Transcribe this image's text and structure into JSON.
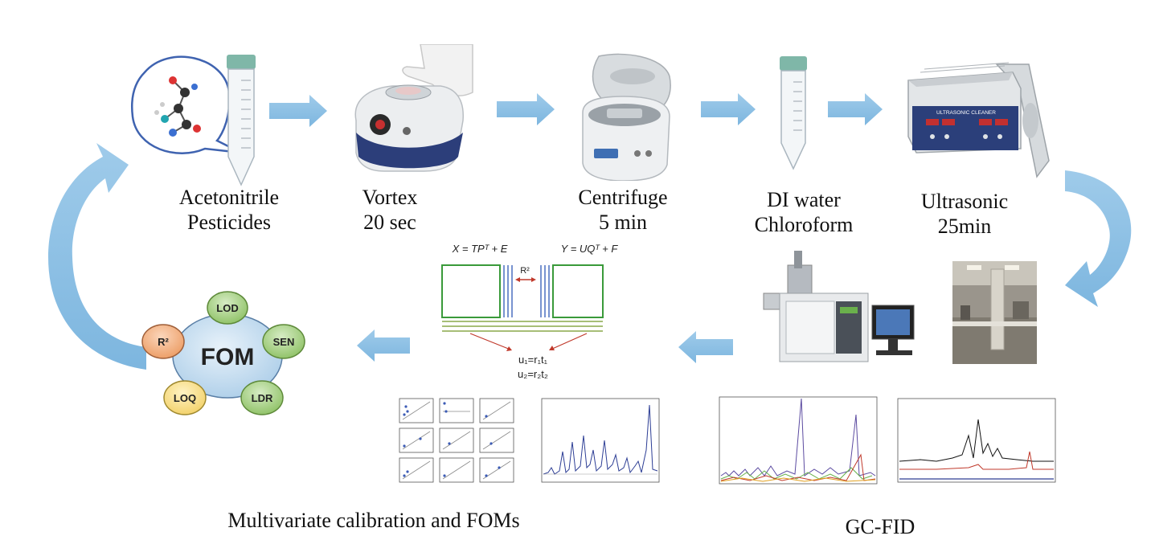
{
  "steps": [
    {
      "line1": "Acetonitrile",
      "line2": "Pesticides"
    },
    {
      "line1": "Vortex",
      "line2": "20 sec"
    },
    {
      "line1": "Centrifuge",
      "line2": "5 min"
    },
    {
      "line1": "DI water",
      "line2": "Chloroform"
    },
    {
      "line1": "Ultrasonic",
      "line2": "25min"
    }
  ],
  "pls": {
    "eq_x": "X = TPᵀ + E",
    "eq_y": "Y = UQᵀ + F",
    "r2": "R²",
    "u1": "u₁=r₁t₁",
    "u2": "u₂=r₂t₂"
  },
  "fom": {
    "center": "FOM",
    "petals": [
      "LOD",
      "SEN",
      "LDR",
      "LOQ",
      "R²"
    ]
  },
  "sonicator_label": "ULTRASONIC CLEANER",
  "section_labels": {
    "left": "Multivariate calibration and FOMs",
    "right": "GC-FID"
  },
  "colors": {
    "arrow": "#8fc3e6",
    "green": "#3a9a3a",
    "fom_center": "#bcd8ee",
    "petal_green": "#a9d18e",
    "petal_orange": "#f4b183",
    "petal_yellow": "#ffe699"
  }
}
